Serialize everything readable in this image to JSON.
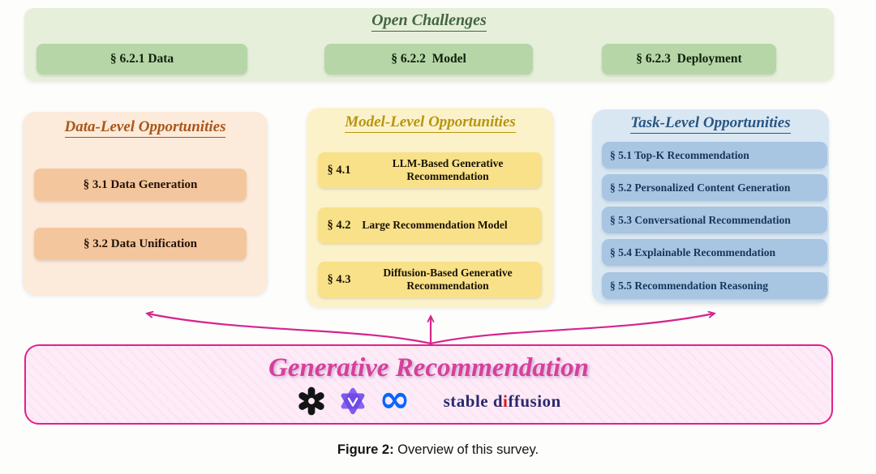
{
  "open_challenges": {
    "title": "Open Challenges",
    "items": [
      {
        "label": "§ 6.2.1 Data"
      },
      {
        "label": "§ 6.2.2  Model"
      },
      {
        "label": "§ 6.2.3  Deployment"
      }
    ]
  },
  "data_level": {
    "title": "Data-Level Opportunities",
    "items": [
      {
        "label": "§ 3.1 Data Generation"
      },
      {
        "label": "§ 3.2 Data Unification"
      }
    ]
  },
  "model_level": {
    "title": "Model-Level Opportunities",
    "items": [
      {
        "section": "§ 4.1",
        "label": "LLM-Based Generative Recommendation"
      },
      {
        "section": "§ 4.2",
        "label": "Large Recommendation Model"
      },
      {
        "section": "§ 4.3",
        "label": "Diffusion-Based Generative Recommendation"
      }
    ]
  },
  "task_level": {
    "title": "Task-Level Opportunities",
    "items": [
      {
        "label": "§ 5.1 Top-K Recommendation"
      },
      {
        "label": "§ 5.2 Personalized Content Generation"
      },
      {
        "label": "§ 5.3 Conversational Recommendation"
      },
      {
        "label": "§ 5.4 Explainable Recommendation"
      },
      {
        "label": "§ 5.5 Recommendation Reasoning"
      }
    ]
  },
  "generative": {
    "title": "Generative Recommendation",
    "meta_glyph": "∞",
    "stable_diffusion": {
      "prefix": "stable d",
      "accent": "i",
      "suffix": "ffusion"
    },
    "logos": [
      "openai-logo",
      "qwen-logo",
      "meta-logo",
      "stable-diffusion-wordmark"
    ]
  },
  "caption": {
    "label": "Figure 2:",
    "text": " Overview of this survey."
  },
  "colors": {
    "open_panel_bg": "#e5efda",
    "open_chip_bg": "#b6d6a8",
    "open_title": "#44663f",
    "data_panel_bg": "#fceada",
    "data_chip_bg": "#f4c69d",
    "data_title": "#a9561a",
    "model_panel_bg": "#fcf2ca",
    "model_chip_bg": "#f8e189",
    "model_title": "#b7950d",
    "task_panel_bg": "#d9e7f3",
    "task_chip_bg": "#a8c5e2",
    "task_title": "#2a5783",
    "pink_bg": "#fdebf7",
    "pink_border": "#e0218a",
    "pink_title": "#d6409a",
    "arrow": "#d6238e",
    "meta_blue": "#0866ff",
    "sd_text": "#2b2a6e",
    "sd_accent": "#e01616"
  }
}
